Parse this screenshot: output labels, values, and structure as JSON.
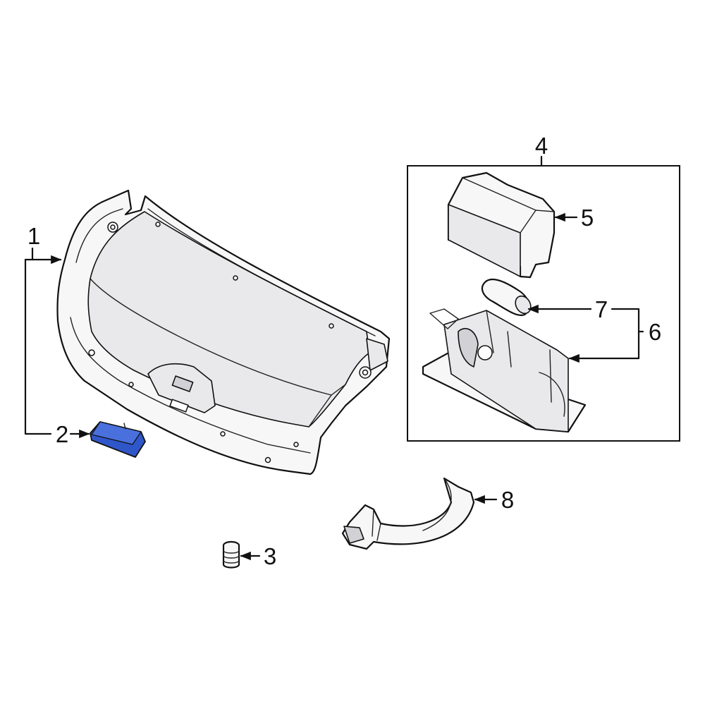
{
  "callouts": {
    "c1": "1",
    "c2": "2",
    "c3": "3",
    "c4": "4",
    "c5": "5",
    "c6": "6",
    "c7": "7",
    "c8": "8"
  },
  "colors": {
    "highlight_part": "#2f57c9",
    "line": "#111111",
    "background": "#ffffff"
  }
}
